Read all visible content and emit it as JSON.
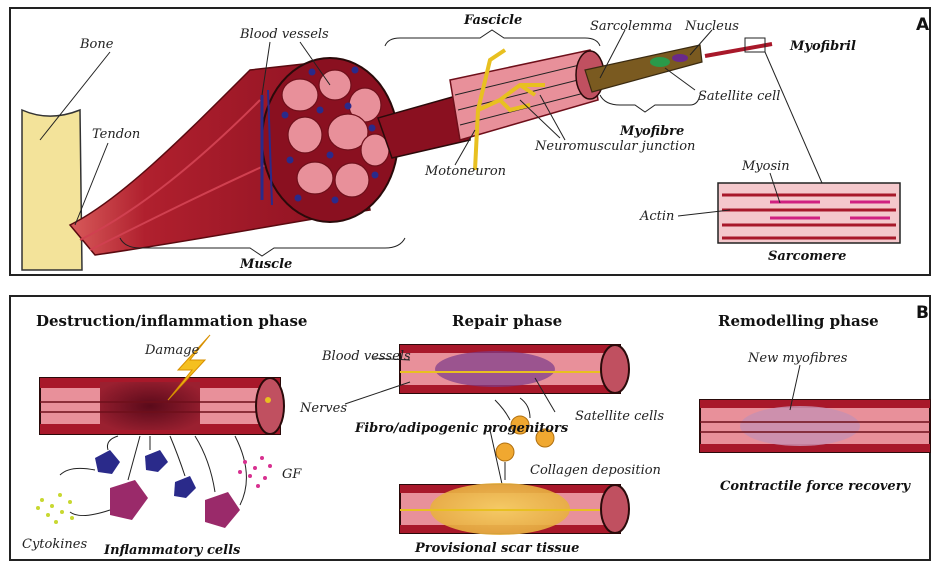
{
  "panelA": {
    "letter": "A",
    "labels": {
      "bone": "Bone",
      "tendon": "Tendon",
      "blood_vessels": "Blood vessels",
      "fascicle": "Fascicle",
      "sarcolemma": "Sarcolemma",
      "nucleus": "Nucleus",
      "myofibril": "Myofibril",
      "satellite_cell": "Satellite cell",
      "myofibre": "Myofibre",
      "neuromuscular_junction": "Neuromuscular junction",
      "motoneuron": "Motoneuron",
      "muscle": "Muscle",
      "myosin": "Myosin",
      "actin": "Actin",
      "sarcomere": "Sarcomere"
    }
  },
  "panelB": {
    "letter": "B",
    "phases": {
      "destruction": "Destruction/inflammation phase",
      "repair": "Repair phase",
      "remodelling": "Remodelling phase"
    },
    "labels": {
      "damage": "Damage",
      "gf": "GF",
      "cytokines": "Cytokines",
      "inflammatory_cells": "Inflammatory cells",
      "blood_vessels": "Blood vessels",
      "nerves": "Nerves",
      "fibro_adipogenic": "Fibro/adipogenic progenitors",
      "satellite_cells": "Satellite cells",
      "collagen_deposition": "Collagen deposition",
      "provisional_scar_tissue": "Provisional scar tissue",
      "new_myofibres": "New myofibres",
      "contractile_force_recovery": "Contractile force recovery"
    }
  },
  "colors": {
    "muscle_red": "#a8182a",
    "dark_red": "#6e0f1a",
    "fibre_pink": "#e8909a",
    "light_pink": "#f2b7bd",
    "blue_cell": "#2a2a8a",
    "bone": "#f3e39a",
    "yellow": "#e8c020",
    "purple": "#8a2a6a",
    "orange_fap": "#f0a830",
    "green_cyto": "#c8d830"
  }
}
